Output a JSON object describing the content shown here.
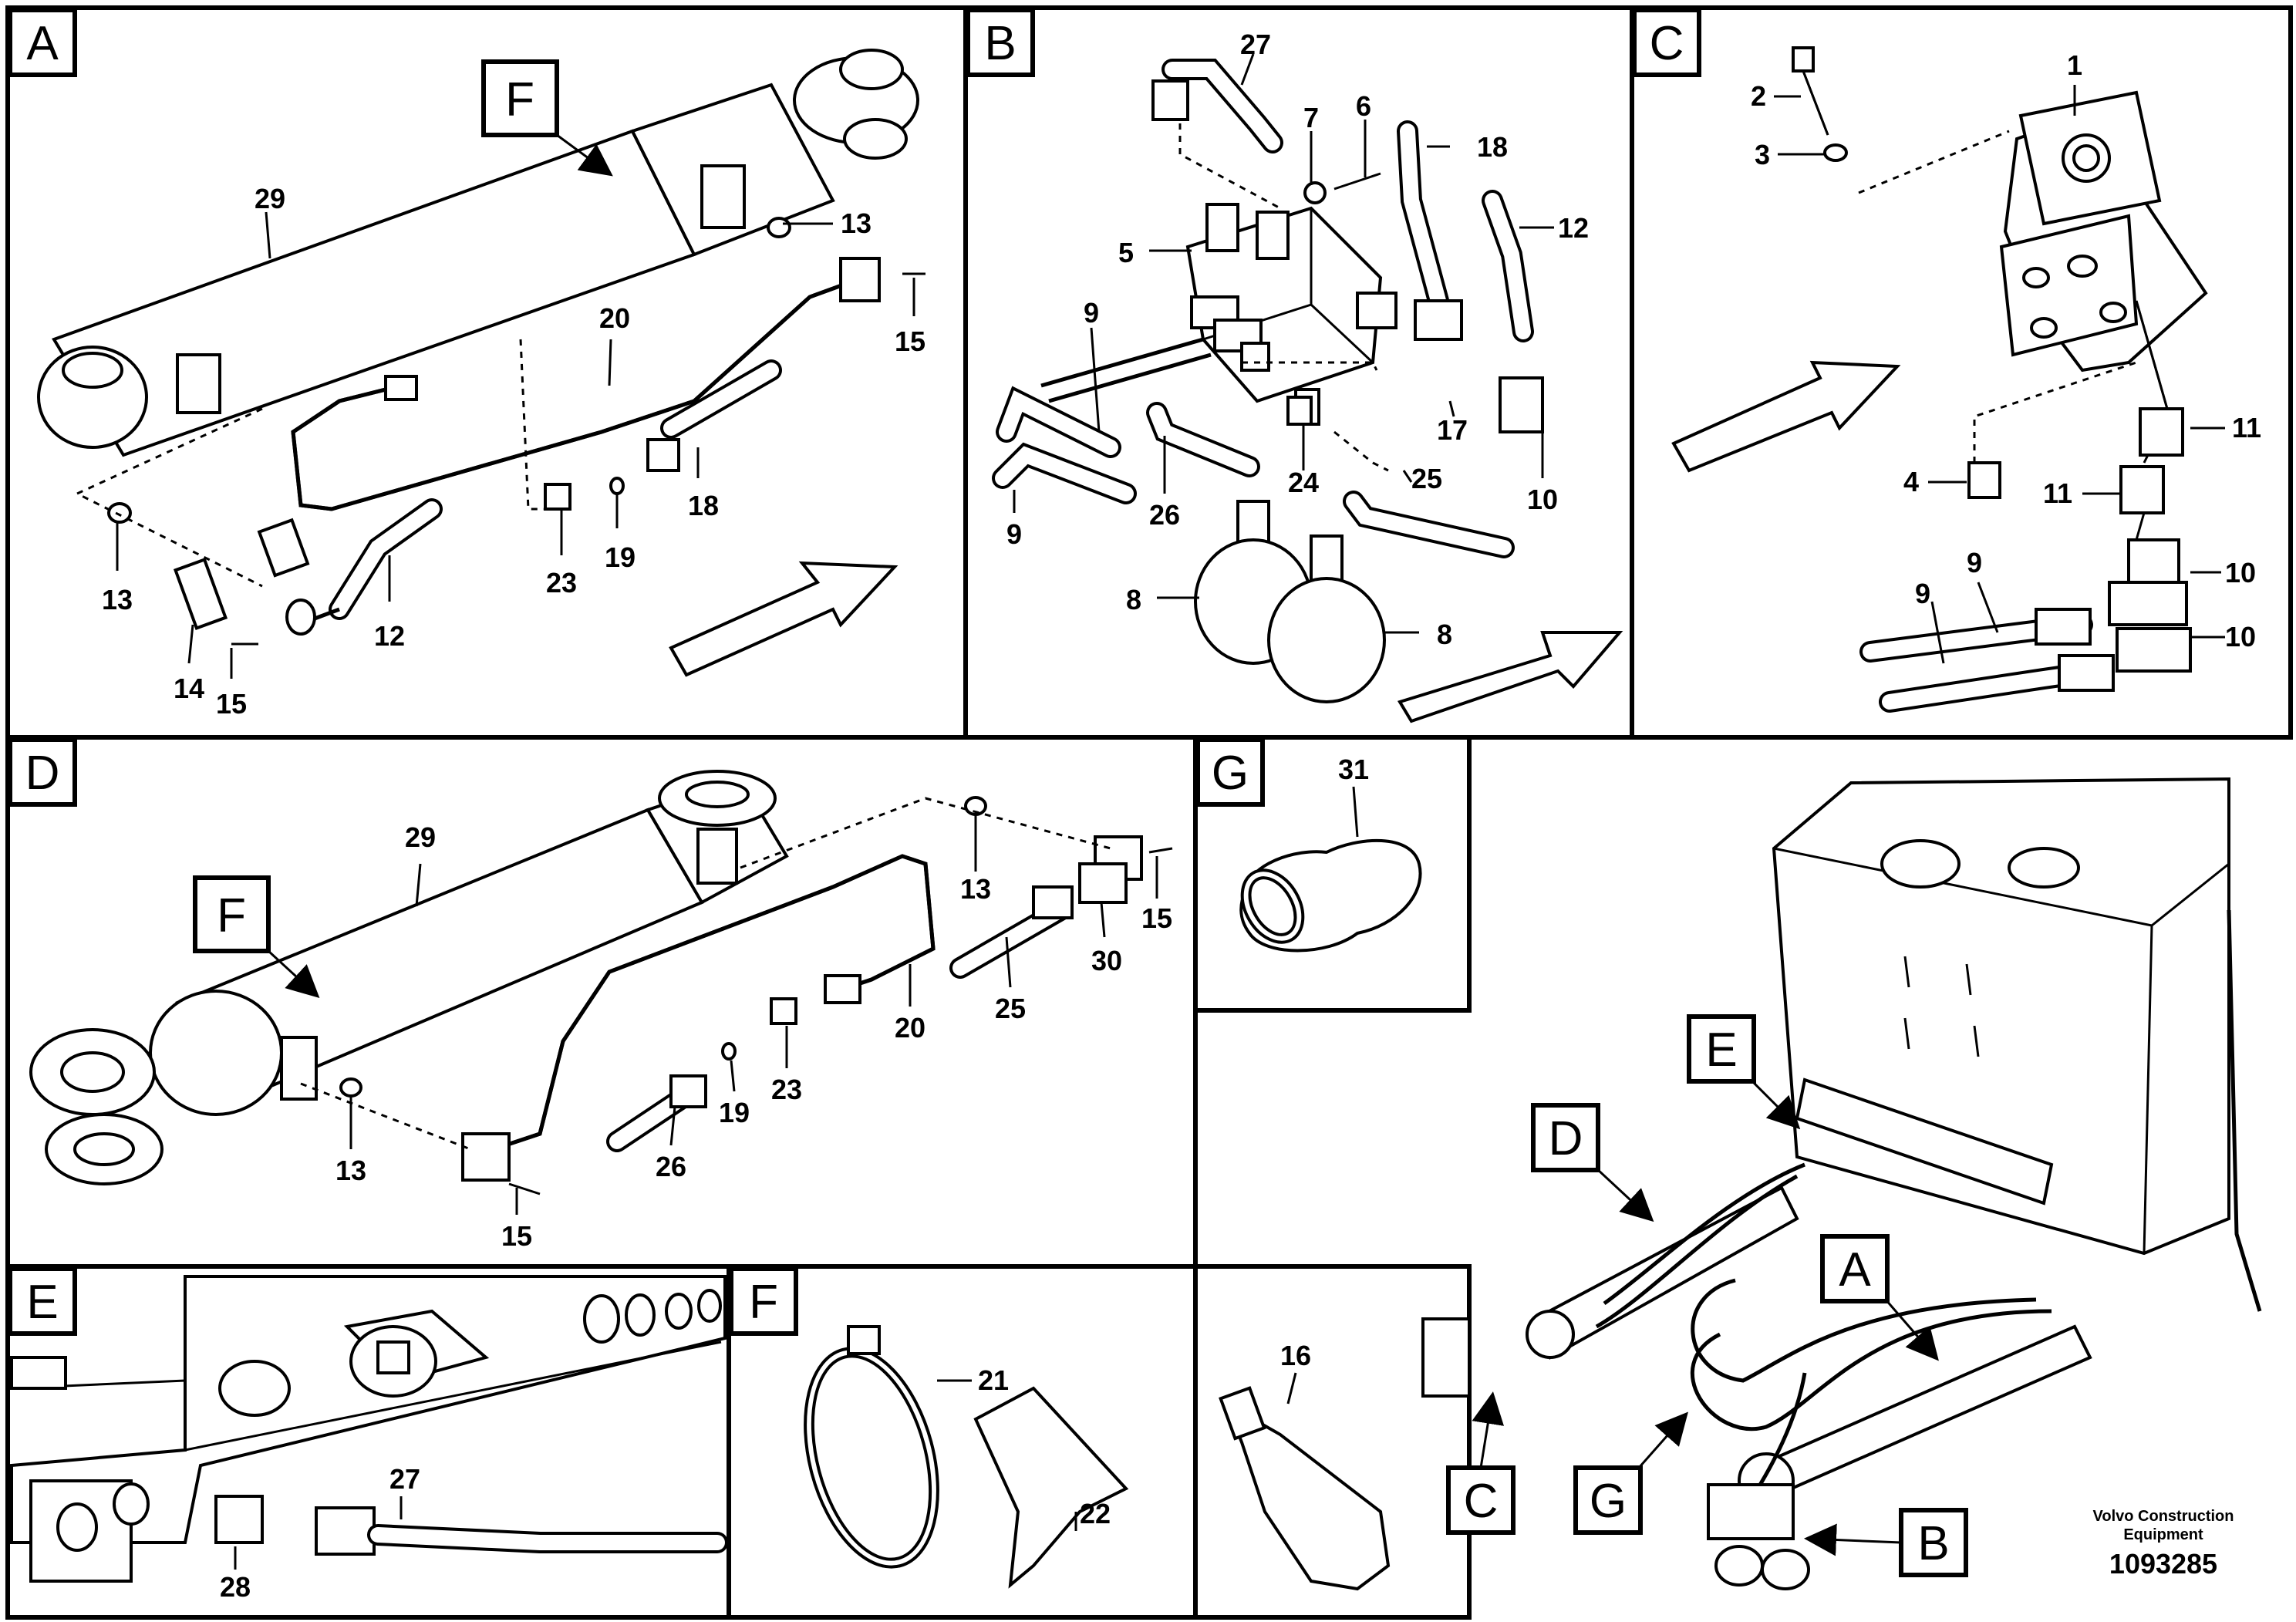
{
  "panels": [
    {
      "id": "A",
      "label": "A"
    },
    {
      "id": "B",
      "label": "B"
    },
    {
      "id": "C",
      "label": "C"
    },
    {
      "id": "D",
      "label": "D"
    },
    {
      "id": "E",
      "label": "E"
    },
    {
      "id": "F",
      "label": "F"
    },
    {
      "id": "G",
      "label": "G"
    }
  ],
  "detail_refs": {
    "A_F": "F",
    "D_F": "F",
    "overview": {
      "A": "A",
      "B": "B",
      "C": "C",
      "D": "D",
      "E": "E",
      "G": "G"
    }
  },
  "callouts": {
    "A": [
      "29",
      "13",
      "15",
      "20",
      "18",
      "12",
      "23",
      "19",
      "13",
      "14",
      "15"
    ],
    "B": [
      "27",
      "7",
      "6",
      "18",
      "12",
      "5",
      "9",
      "17",
      "10",
      "24",
      "25",
      "9",
      "26",
      "8",
      "8"
    ],
    "C": [
      "1",
      "2",
      "3",
      "11",
      "4",
      "11",
      "10",
      "9",
      "9",
      "10"
    ],
    "D": [
      "29",
      "13",
      "15",
      "30",
      "25",
      "20",
      "23",
      "19",
      "26",
      "13",
      "15"
    ],
    "E": [
      "27",
      "28"
    ],
    "F": [
      "21",
      "22"
    ],
    "G": [
      "31"
    ],
    "H": [
      "16"
    ]
  },
  "footer": {
    "company_line1": "Volvo Construction",
    "company_line2": "Equipment",
    "drawing_number": "1093285"
  }
}
